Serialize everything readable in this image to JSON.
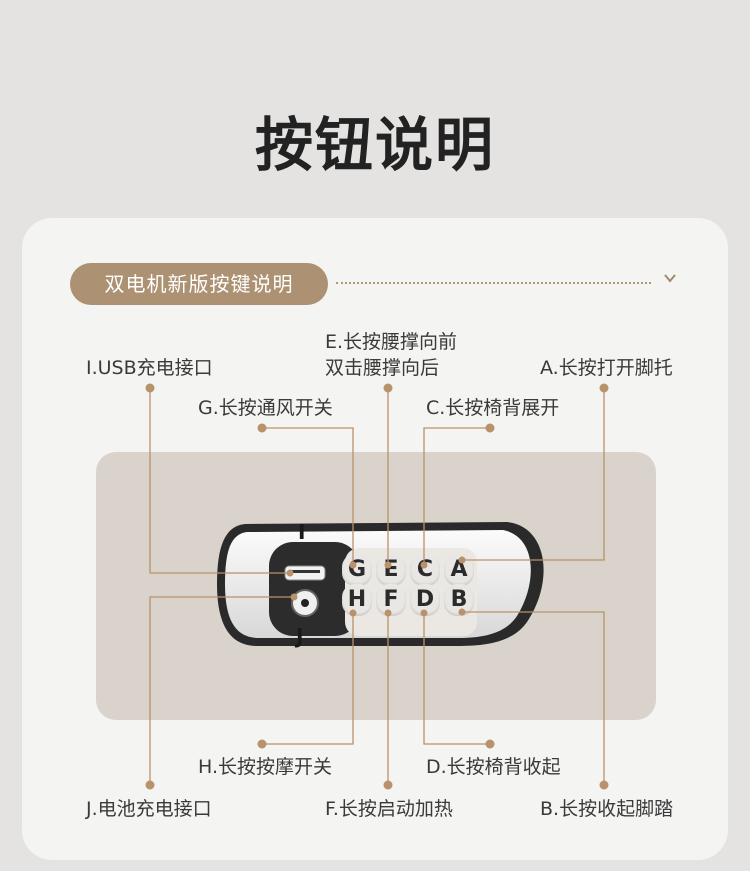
{
  "page": {
    "title": "按钮说明",
    "accent_color": "#ad9173"
  },
  "header_pill": {
    "label": "双电机新版按键说明"
  },
  "icons": {
    "expand": "chevron-down-icon",
    "usb_port": "usb-slot-icon",
    "battery_port": "power-circle-icon"
  },
  "remote": {
    "top_buttons": [
      "G",
      "E",
      "C",
      "A"
    ],
    "bottom_buttons": [
      "H",
      "F",
      "D",
      "B"
    ],
    "mark_top": "I",
    "mark_bottom": "J"
  },
  "labels": {
    "I": "I.USB充电接口",
    "E_line1": "E.长按腰撑向前",
    "E_line2": "双击腰撑向后",
    "A": "A.长按打开脚托",
    "G": "G.长按通风开关",
    "C": "C.长按椅背展开",
    "H": "H.长按按摩开关",
    "D": "D.长按椅背收起",
    "J": "J.电池充电接口",
    "F": "F.长按启动加热",
    "B": "B.长按收起脚踏"
  }
}
